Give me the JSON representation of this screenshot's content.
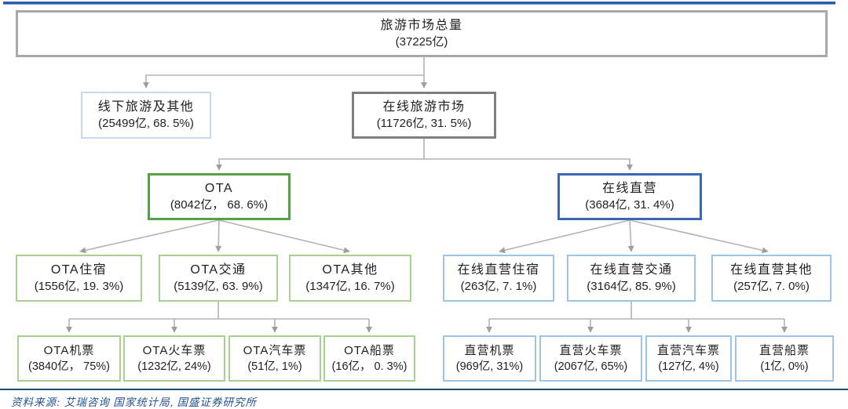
{
  "tree": {
    "root": {
      "label": "旅游市场总量",
      "value": "(37225亿)"
    },
    "level2": [
      {
        "label": "线下旅游及其他",
        "value": "(25499亿, 68. 5%)"
      },
      {
        "label": "在线旅游市场",
        "value": "(11726亿, 31. 5%)"
      }
    ],
    "level3": [
      {
        "label": "OTA",
        "value": "(8042亿， 68. 6%)"
      },
      {
        "label": "在线直营",
        "value": "(3684亿, 31. 4%)"
      }
    ],
    "ota_children": [
      {
        "label": "OTA住宿",
        "value": "(1556亿, 19. 3%)"
      },
      {
        "label": "OTA交通",
        "value": "(5139亿, 63. 9%)"
      },
      {
        "label": "OTA其他",
        "value": "(1347亿, 16. 7%)"
      }
    ],
    "direct_children": [
      {
        "label": "在线直营住宿",
        "value": "(263亿, 7. 1%)"
      },
      {
        "label": "在线直营交通",
        "value": "(3164亿, 85. 9%)"
      },
      {
        "label": "在线直营其他",
        "value": "(257亿, 7. 0%)"
      }
    ],
    "ota_transport_children": [
      {
        "label": "OTA机票",
        "value": "(3840亿， 75%)"
      },
      {
        "label": "OTA火车票",
        "value": "(1232亿, 24%)"
      },
      {
        "label": "OTA汽车票",
        "value": "(51亿, 1%)"
      },
      {
        "label": "OTA船票",
        "value": "(16亿， 0. 3%)"
      }
    ],
    "direct_transport_children": [
      {
        "label": "直营机票",
        "value": "(969亿, 31%)"
      },
      {
        "label": "直营火车票",
        "value": "(2067亿, 65%)"
      },
      {
        "label": "直营汽车票",
        "value": "(127亿, 4%)"
      },
      {
        "label": "直营船票",
        "value": "(1亿, 0%)"
      }
    ]
  },
  "footer": {
    "source": "资料来源: 艾瑞咨询 国家统计局, 国盛证券研究所"
  },
  "colors": {
    "ota_accent": "#55a146",
    "direct_accent": "#3a66b2",
    "ota_light": "#a9d18e",
    "direct_light": "#9dc3e6",
    "root_border": "#a8a8a8",
    "online_border": "#7f7f7f",
    "offline_border": "#c5d9f1",
    "connector": "#b3b3b3",
    "top_bar": "#2a5caa",
    "source_text": "#24518f"
  }
}
